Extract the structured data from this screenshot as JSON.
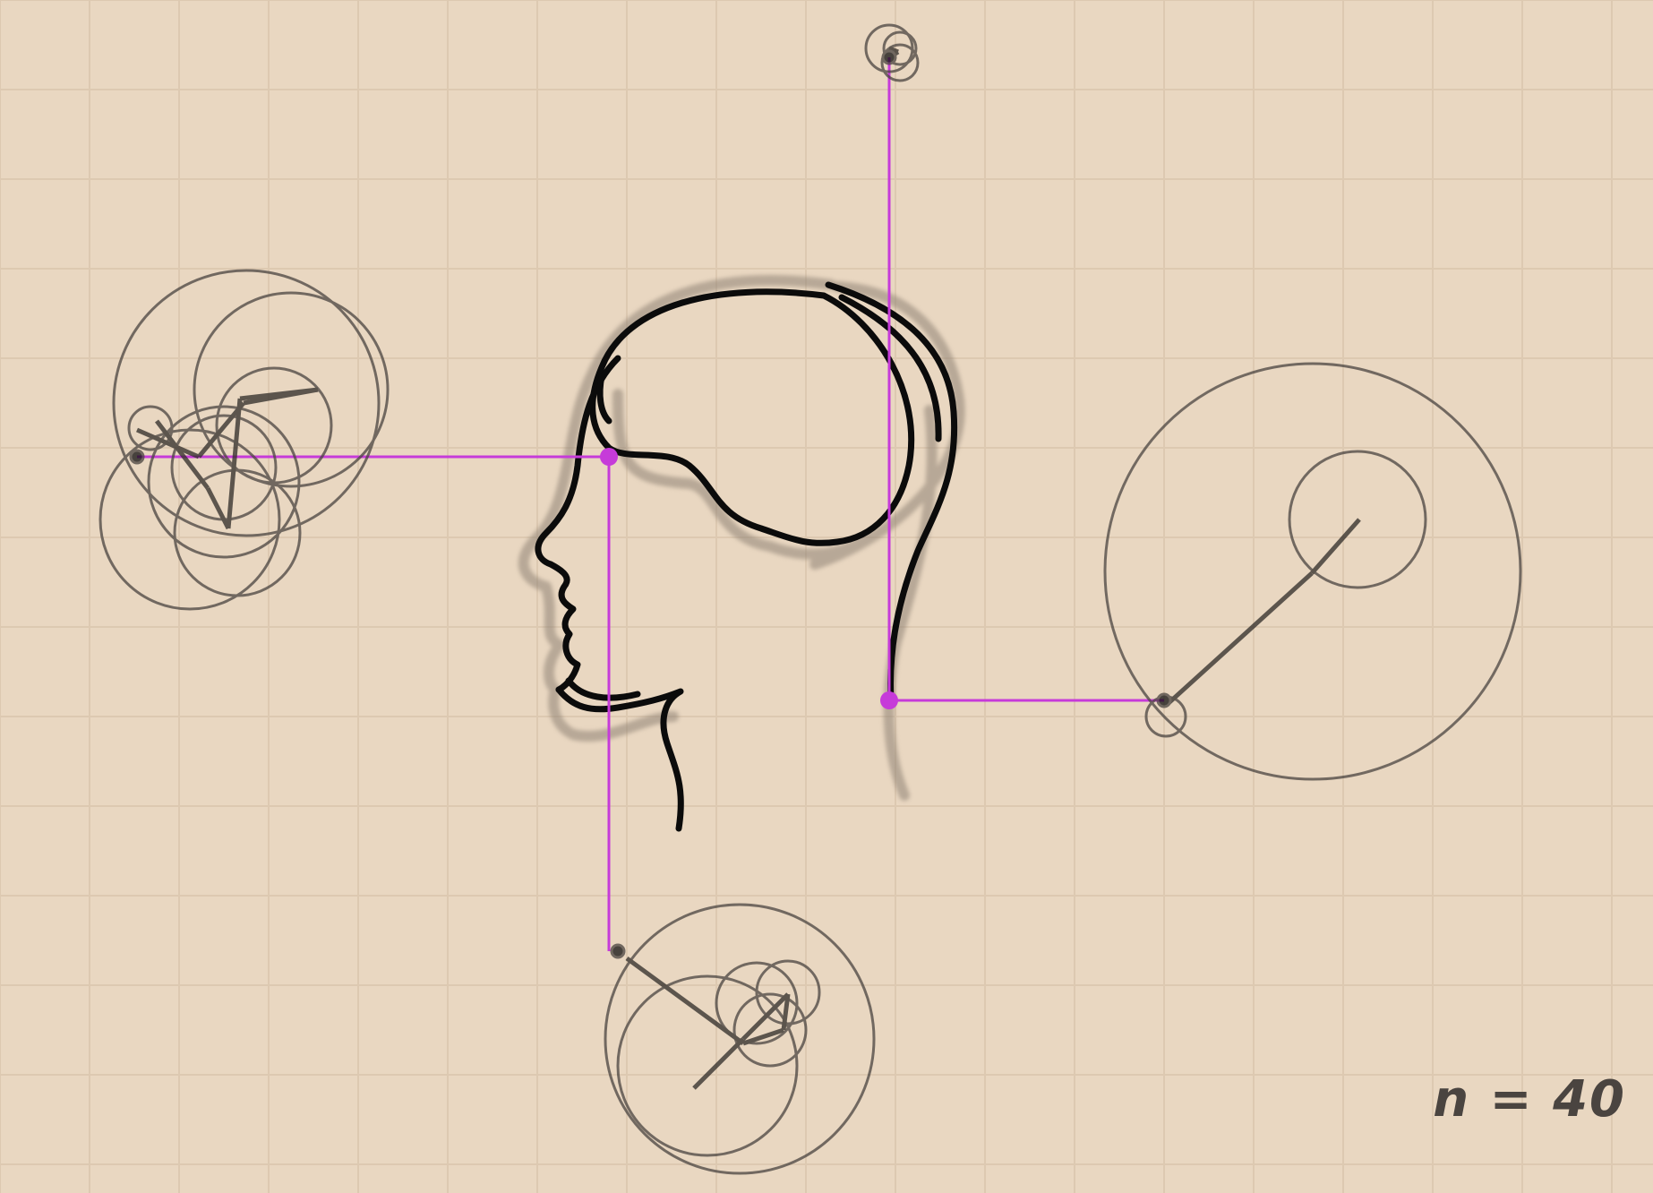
{
  "label": {
    "n_text": "n = 40"
  },
  "colors": {
    "background": "#e9d7c1",
    "grid": "#d9c4ab",
    "drawing": "#0b0b0b",
    "shadow": "#8f8274",
    "circle": "#4a4440",
    "guide": "#c63bd9"
  },
  "epicycle_systems": [
    {
      "name": "top",
      "controls": "x"
    },
    {
      "name": "left",
      "controls": "y"
    },
    {
      "name": "bottom",
      "controls": "x"
    },
    {
      "name": "right",
      "controls": "y"
    }
  ]
}
